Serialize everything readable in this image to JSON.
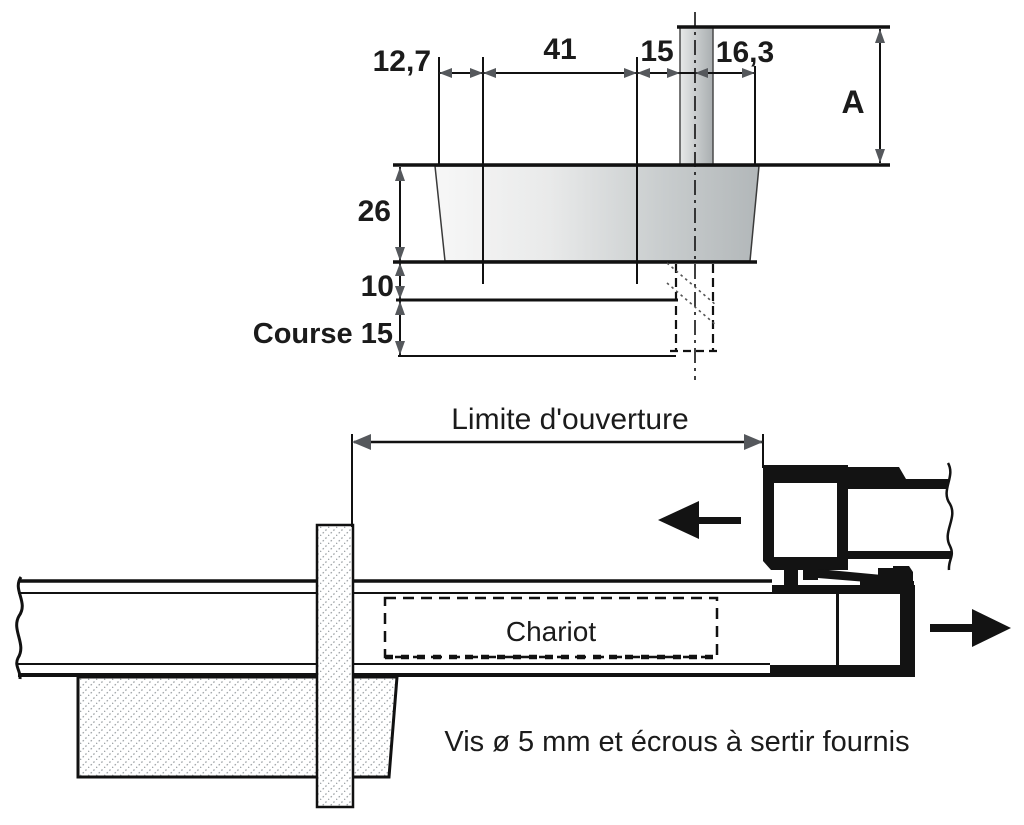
{
  "figure": {
    "top_view": {
      "dim_left_offset": "12,7",
      "dim_body_length": "41",
      "dim_pin_offset": "15",
      "dim_right_offset": "16,3",
      "dim_height_ref": "A",
      "dim_body_height": "26",
      "dim_gap": "10",
      "dim_travel": "Course 15"
    },
    "side_view": {
      "opening_limit": "Limite d'ouverture",
      "carriage": "Chariot",
      "caption": "Vis ø 5 mm et écrous à sertir fournis"
    },
    "colors": {
      "line": "#111111",
      "arrow": "#55585c",
      "body_light": "#f6f6f6",
      "body_dark": "#b2b7b9",
      "hatch": "#a0a5a8"
    }
  }
}
